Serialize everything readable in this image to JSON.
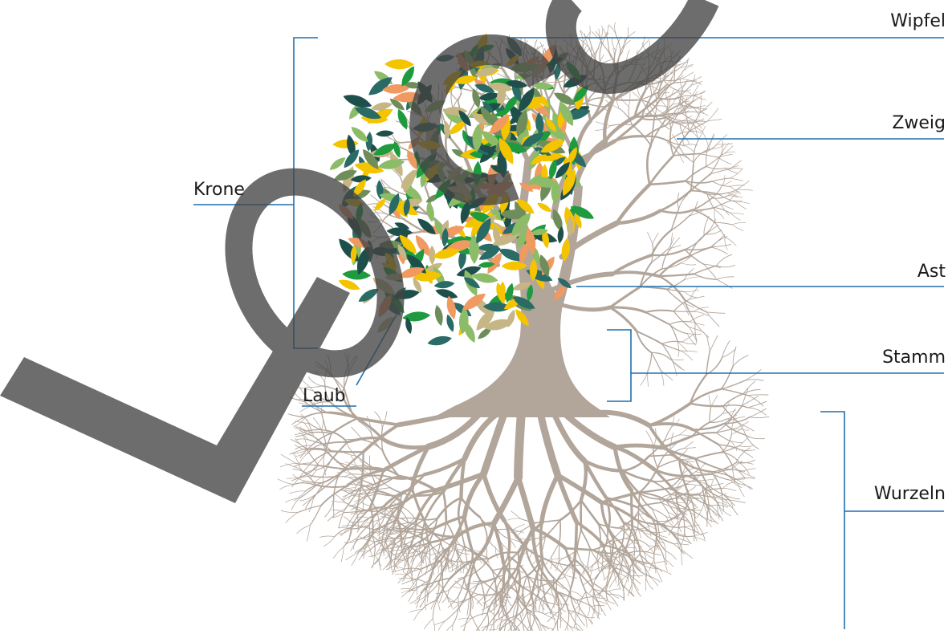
{
  "labels": {
    "wipfel": "Wipfel",
    "zweig": "Zweig",
    "ast": "Ast",
    "stamm": "Stamm",
    "wurzeln": "Wurzeln",
    "krone": "Krone",
    "laub": "Laub"
  },
  "colors": {
    "line": "#1f6fae",
    "trunk": "#b2a59a",
    "leaves": [
      "#2a6b66",
      "#f09a62",
      "#8cbc68",
      "#c6b685",
      "#1f4f4a",
      "#f5c400",
      "#1e9b3f",
      "#6f8d5b"
    ],
    "watermark": "#444444"
  }
}
